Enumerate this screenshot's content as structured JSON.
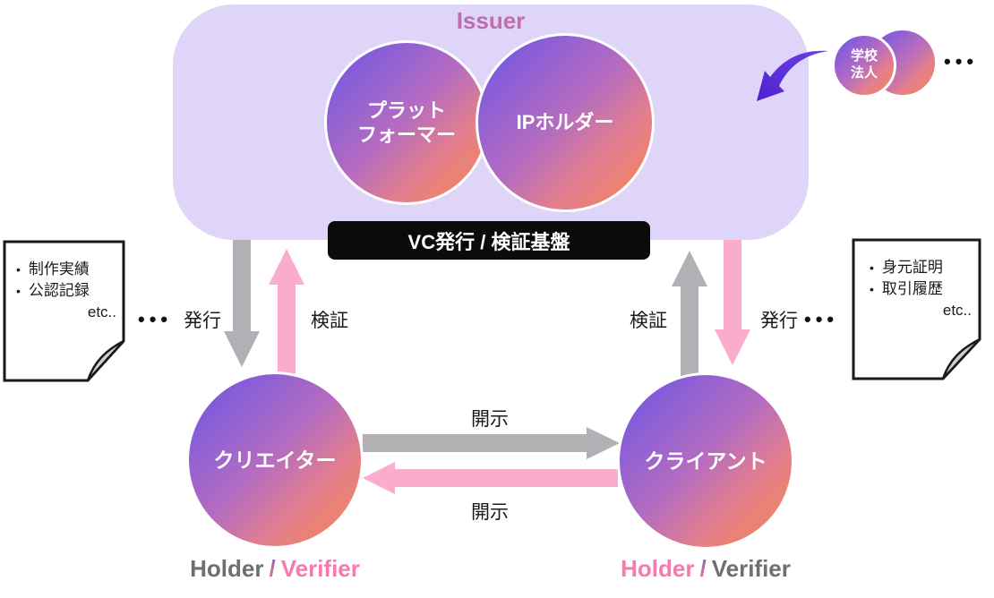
{
  "issuer": {
    "title": "Issuer",
    "vc_bar_label": "VC発行 / 検証基盤",
    "circles": {
      "platformer_line1": "プラット",
      "platformer_line2": "フォーマー",
      "ip_holder": "IPホルダー"
    }
  },
  "external_issuers": {
    "school_line1": "学校",
    "school_line2": "法人",
    "more_dots": "•••"
  },
  "documents": {
    "bullet": "•",
    "left": {
      "item1": "制作実績",
      "item2": "公認記録",
      "etc": "etc..",
      "more_dots": "•••"
    },
    "right": {
      "item1": "身元証明",
      "item2": "取引履歴",
      "etc": "etc..",
      "more_dots": "•••"
    }
  },
  "flows": {
    "issue_left": "発行",
    "verify_left": "検証",
    "verify_right": "検証",
    "issue_right": "発行",
    "disclose_top": "開示",
    "disclose_bottom": "開示"
  },
  "actors": {
    "creator": {
      "name": "クリエイター",
      "holder": "Holder",
      "slash": "/",
      "verifier": "Verifier"
    },
    "client": {
      "name": "クライアント",
      "holder": "Holder",
      "slash": "/",
      "verifier": "Verifier"
    }
  },
  "colors": {
    "issuer_bg": "#ded5f8",
    "gray_arrow": "#b2afb5",
    "pink_arrow": "#f9accb",
    "purple_arrow": "#5b2fd6",
    "circle_gradient_start": "#6b54e8",
    "circle_gradient_end": "#f0884f",
    "holder_gray": "#6e6e73",
    "verifier_pink": "#f978ad",
    "vc_bar_bg": "#0b0b0b"
  }
}
